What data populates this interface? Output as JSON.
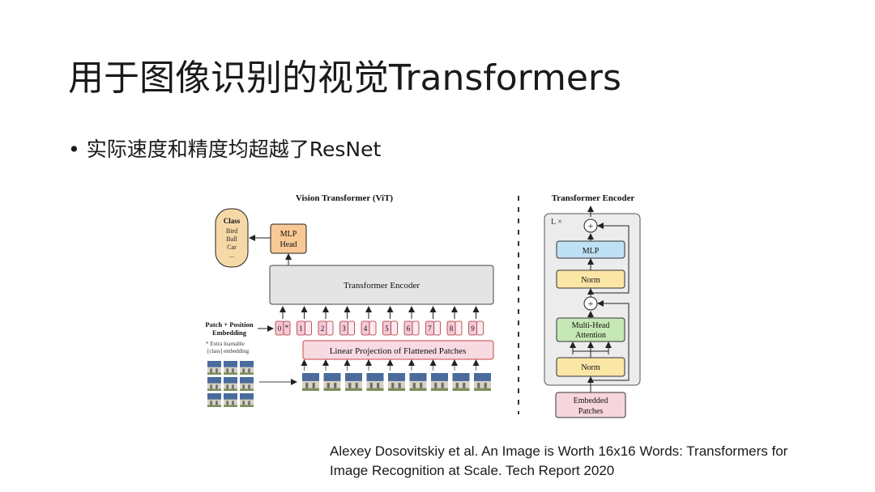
{
  "slide": {
    "title": "用于图像识别的视觉Transformers",
    "bullet": "实际速度和精度均超越了ResNet",
    "citation_line1": "Alexey Dosovitskiy et al. An Image is Worth 16x16 Words: Transformers for",
    "citation_line2": "Image Recognition at Scale. Tech Report 2020"
  },
  "vit": {
    "title": "Vision Transformer (ViT)",
    "class_box": {
      "title": "Class",
      "items": [
        "Bird",
        "Ball",
        "Car",
        "..."
      ]
    },
    "mlp_head": [
      "MLP",
      "Head"
    ],
    "encoder_label": "Transformer Encoder",
    "embedding_label": [
      "Patch + Position",
      "Embedding"
    ],
    "extra_note": [
      "* Extra learnable",
      "[class] embedding"
    ],
    "tokens": [
      "0",
      "1",
      "2",
      "3",
      "4",
      "5",
      "6",
      "7",
      "8",
      "9"
    ],
    "projection_label": "Linear Projection of Flattened Patches",
    "colors": {
      "class_fill": "#f7d9a8",
      "head_fill": "#f9c995",
      "encoder_fill": "#e4e4e4",
      "token_fill": "#f5c8d6",
      "proj_fill": "#f7dae2",
      "patch_blue": "#4a6b9c"
    }
  },
  "encoder_block": {
    "title": "Transformer Encoder",
    "repeat": "L ×",
    "mlp": "MLP",
    "norm": "Norm",
    "attention": [
      "Multi-Head",
      "Attention"
    ],
    "input": [
      "Embedded",
      "Patches"
    ],
    "plus": "+",
    "colors": {
      "mlp_fill": "#bfe1f5",
      "norm_fill": "#fbe6a6",
      "attention_fill": "#c5e8b4",
      "input_fill": "#f7d5dc",
      "frame_fill": "#ececec"
    }
  }
}
